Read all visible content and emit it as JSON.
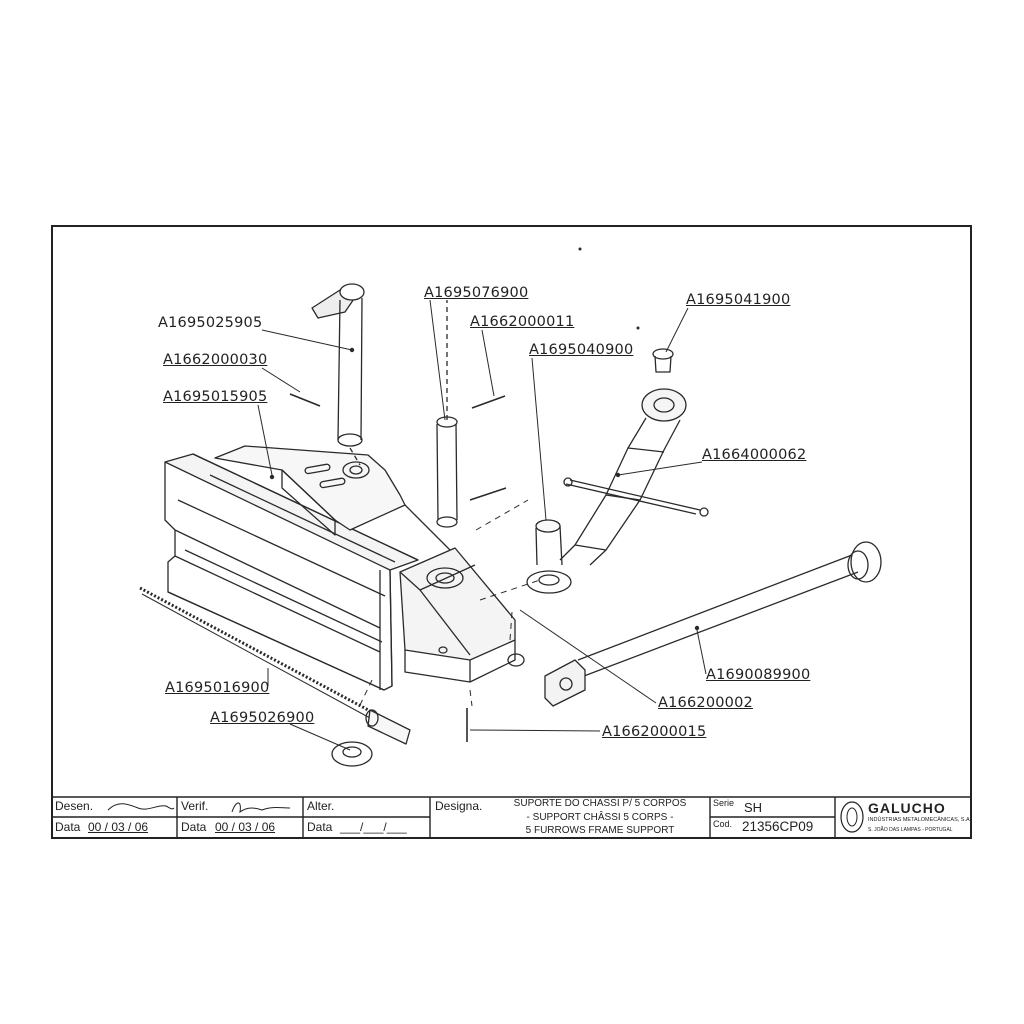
{
  "parts": {
    "p1": "A1695025905",
    "p2": "A1662000030",
    "p3": "A1695015905",
    "p4": "A1695076900",
    "p5": "A1662000011",
    "p6": "A1695040900",
    "p7": "A1695041900",
    "p8": "A1664000062",
    "p9": "A1690089900",
    "p10": "A166200002",
    "p11": "A1662000015",
    "p12": "A1695016900",
    "p13": "A1695026900"
  },
  "title_block": {
    "desen_label": "Desen.",
    "verif_label": "Verif.",
    "alter_label": "Alter.",
    "designa_label": "Designa.",
    "data_label": "Data",
    "desen_date": "00 / 03 / 06",
    "verif_date": "00 / 03 / 06",
    "alter_date": "___/___/___",
    "title_pt": "SUPORTE DO CHASSI P/ 5 CORPOS",
    "title_fr": "- SUPPORT CHÂSSI 5 CORPS -",
    "title_en": "5 FURROWS FRAME SUPPORT",
    "serie_label": "Serie",
    "serie_value": "SH",
    "cod_label": "Cod.",
    "cod_value": "21356CP09",
    "company": "GALUCHO",
    "company_sub": "INDÚSTRIAS METALOMECÂNICAS, S.A.",
    "company_addr": "S. JOÃO DAS LAMPAS - PORTUGAL"
  }
}
